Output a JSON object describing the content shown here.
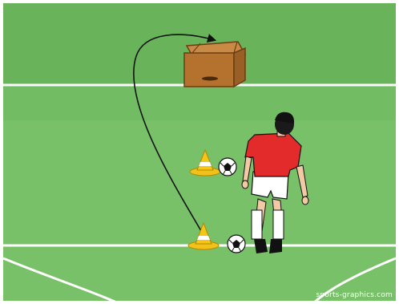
{
  "illustration": {
    "description_icons": [
      "soccer-field",
      "cardboard-box-target",
      "training-cone",
      "soccer-ball",
      "player-in-red-jersey",
      "curved-pass-arrow"
    ],
    "colors": {
      "grass_dark": "#69b45a",
      "grass_light": "#7cc56e",
      "field_line": "#ffffff",
      "box": "#b5722e",
      "jersey": "#e32b2b",
      "cone": "#f5c518"
    }
  },
  "watermark": {
    "text": "sports-graphics.com"
  }
}
